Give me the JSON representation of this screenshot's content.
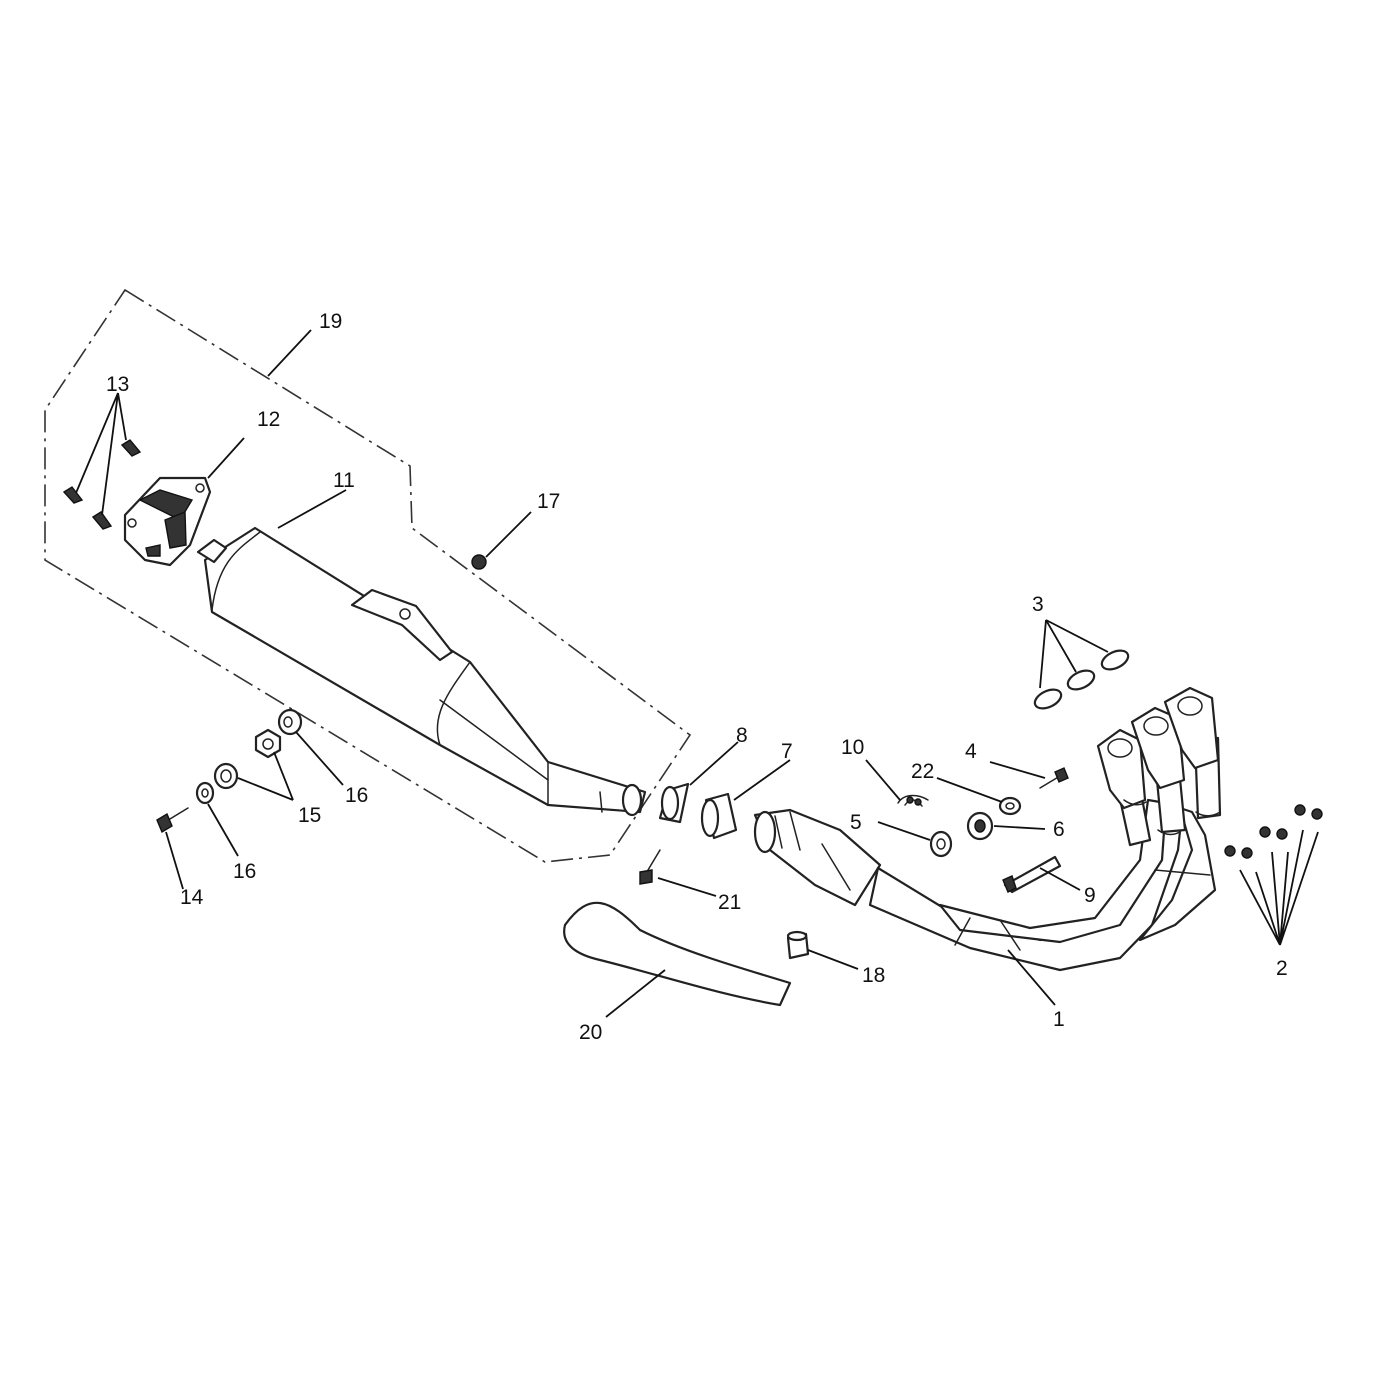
{
  "callouts": [
    {
      "id": "c1",
      "text": "1"
    },
    {
      "id": "c2",
      "text": "2"
    },
    {
      "id": "c3",
      "text": "3"
    },
    {
      "id": "c4",
      "text": "4"
    },
    {
      "id": "c5",
      "text": "5"
    },
    {
      "id": "c6",
      "text": "6"
    },
    {
      "id": "c7",
      "text": "7"
    },
    {
      "id": "c8",
      "text": "8"
    },
    {
      "id": "c9",
      "text": "9"
    },
    {
      "id": "c10",
      "text": "10"
    },
    {
      "id": "c11",
      "text": "11"
    },
    {
      "id": "c12",
      "text": "12"
    },
    {
      "id": "c13",
      "text": "13"
    },
    {
      "id": "c14",
      "text": "14"
    },
    {
      "id": "c15",
      "text": "15"
    },
    {
      "id": "c16a",
      "text": "16"
    },
    {
      "id": "c16b",
      "text": "16"
    },
    {
      "id": "c17",
      "text": "17"
    },
    {
      "id": "c18",
      "text": "18"
    },
    {
      "id": "c19",
      "text": "19"
    },
    {
      "id": "c20",
      "text": "20"
    },
    {
      "id": "c21",
      "text": "21"
    },
    {
      "id": "c22",
      "text": "22"
    }
  ]
}
